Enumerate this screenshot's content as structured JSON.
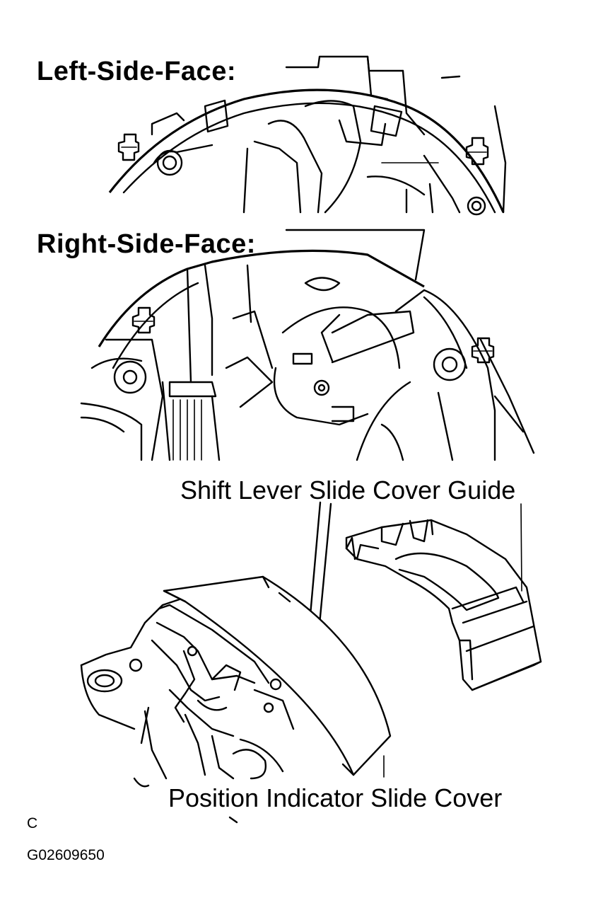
{
  "views": {
    "left_side_face": "Left-Side-Face:",
    "right_side_face": "Right-Side-Face:"
  },
  "callouts": {
    "shift_lever_slide_cover_guide": "Shift Lever Slide Cover Guide",
    "position_indicator_slide_cover": "Position Indicator Slide Cover"
  },
  "footer": {
    "letter": "C",
    "figure_code": "G02609650"
  }
}
